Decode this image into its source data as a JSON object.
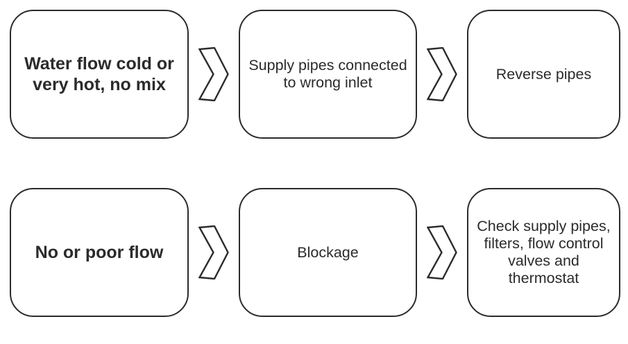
{
  "flow": {
    "rows": [
      {
        "problem": "Water flow cold or\nvery hot, no mix",
        "cause": "Supply pipes connected\nto wrong inlet",
        "solution": "Reverse pipes"
      },
      {
        "problem": "No or poor flow",
        "cause": "Blockage",
        "solution": "Check supply pipes,\nfilters, flow control\nvalves and\nthermostat"
      }
    ],
    "arrow_icon": "chevron-right",
    "colors": {
      "line": "#2b2b2b",
      "text": "#2b2b2b",
      "background": "#ffffff"
    }
  }
}
